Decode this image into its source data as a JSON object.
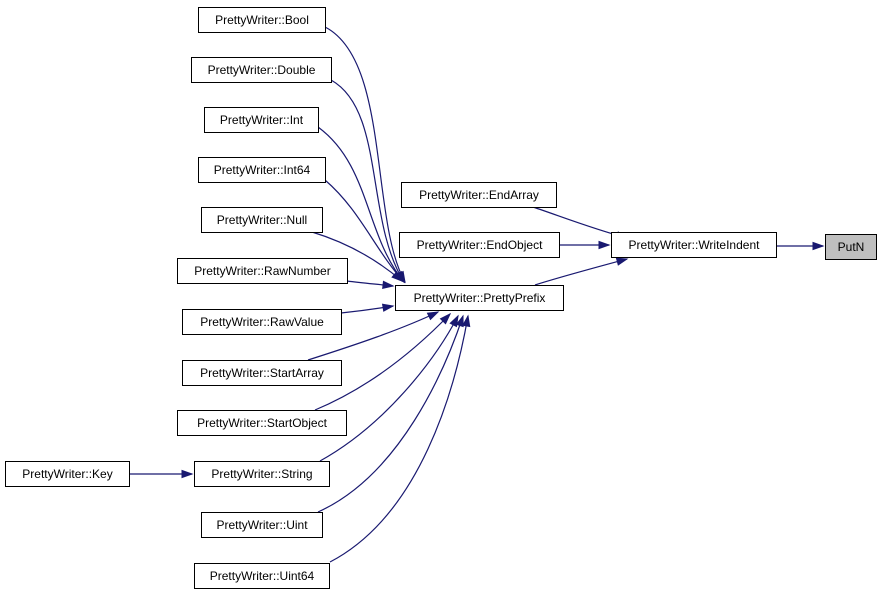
{
  "colors": {
    "edge": "#191970",
    "node_fill": "#ffffff",
    "node_border": "#000000",
    "highlight_fill": "#bfbfbf"
  },
  "nodes": {
    "bool": "PrettyWriter::Bool",
    "double": "PrettyWriter::Double",
    "int": "PrettyWriter::Int",
    "int64": "PrettyWriter::Int64",
    "null": "PrettyWriter::Null",
    "rawnumber": "PrettyWriter::RawNumber",
    "rawvalue": "PrettyWriter::RawValue",
    "startarray": "PrettyWriter::StartArray",
    "startobject": "PrettyWriter::StartObject",
    "string": "PrettyWriter::String",
    "uint": "PrettyWriter::Uint",
    "uint64": "PrettyWriter::Uint64",
    "key": "PrettyWriter::Key",
    "prettyprefix": "PrettyWriter::PrettyPrefix",
    "endarray": "PrettyWriter::EndArray",
    "endobject": "PrettyWriter::EndObject",
    "writeindent": "PrettyWriter::WriteIndent",
    "putn": "PutN"
  },
  "edges": [
    [
      "bool",
      "prettyprefix"
    ],
    [
      "double",
      "prettyprefix"
    ],
    [
      "int",
      "prettyprefix"
    ],
    [
      "int64",
      "prettyprefix"
    ],
    [
      "null",
      "prettyprefix"
    ],
    [
      "rawnumber",
      "prettyprefix"
    ],
    [
      "rawvalue",
      "prettyprefix"
    ],
    [
      "startarray",
      "prettyprefix"
    ],
    [
      "startobject",
      "prettyprefix"
    ],
    [
      "string",
      "prettyprefix"
    ],
    [
      "uint",
      "prettyprefix"
    ],
    [
      "uint64",
      "prettyprefix"
    ],
    [
      "key",
      "string"
    ],
    [
      "prettyprefix",
      "writeindent"
    ],
    [
      "endarray",
      "writeindent"
    ],
    [
      "endobject",
      "writeindent"
    ],
    [
      "writeindent",
      "putn"
    ]
  ],
  "highlighted_node": "putn"
}
